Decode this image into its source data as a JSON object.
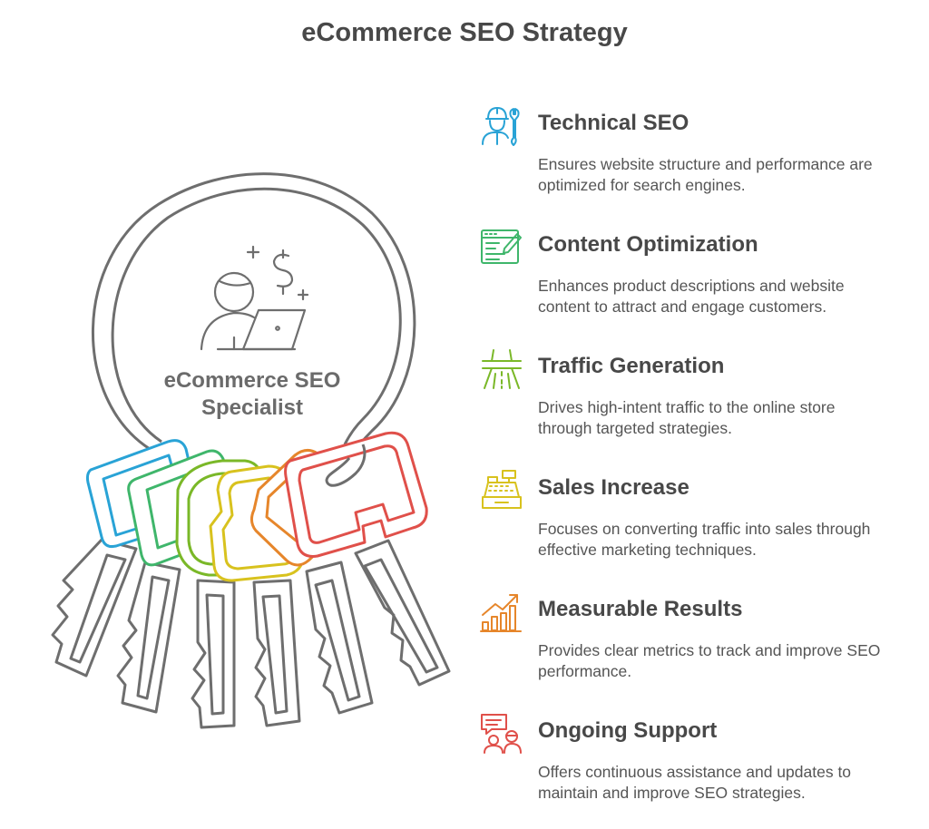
{
  "title": "eCommerce SEO Strategy",
  "center": {
    "line1": "eCommerce SEO",
    "line2": "Specialist"
  },
  "colors": {
    "outline": "#6e6e6e",
    "technical": "#29a3d6",
    "content": "#3fb66b",
    "traffic": "#7ab828",
    "sales": "#d8c21e",
    "results": "#e6862b",
    "support": "#e0504a"
  },
  "items": [
    {
      "icon": "engineer-wrench-icon",
      "heading": "Technical SEO",
      "text": "Ensures website structure and performance are optimized for search engines."
    },
    {
      "icon": "code-editor-icon",
      "heading": "Content Optimization",
      "text": "Enhances product descriptions and website content to attract and engage customers."
    },
    {
      "icon": "road-highway-icon",
      "heading": "Traffic Generation",
      "text": "Drives high-intent traffic to the online store through targeted strategies."
    },
    {
      "icon": "cash-register-icon",
      "heading": "Sales Increase",
      "text": "Focuses on converting traffic into sales through effective marketing techniques."
    },
    {
      "icon": "growth-chart-icon",
      "heading": "Measurable Results",
      "text": "Provides clear metrics to track and improve SEO performance."
    },
    {
      "icon": "support-chat-icon",
      "heading": "Ongoing Support",
      "text": "Offers continuous assistance and updates to maintain and improve SEO strategies."
    }
  ]
}
